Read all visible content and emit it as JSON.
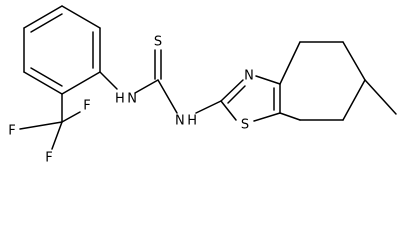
{
  "molecule": {
    "atoms": [
      {
        "id": "CF3_F_left",
        "symbol": "F"
      },
      {
        "id": "CF3_F_top",
        "symbol": "F"
      },
      {
        "id": "CF3_F_bottom",
        "symbol": "F"
      },
      {
        "id": "amide_N_left",
        "symbol": "H N"
      },
      {
        "id": "thio_S",
        "symbol": "S"
      },
      {
        "id": "amide_N_right",
        "symbol": "N H"
      },
      {
        "id": "thiazole_N",
        "symbol": "N"
      },
      {
        "id": "thiazole_S",
        "symbol": "S"
      }
    ]
  }
}
